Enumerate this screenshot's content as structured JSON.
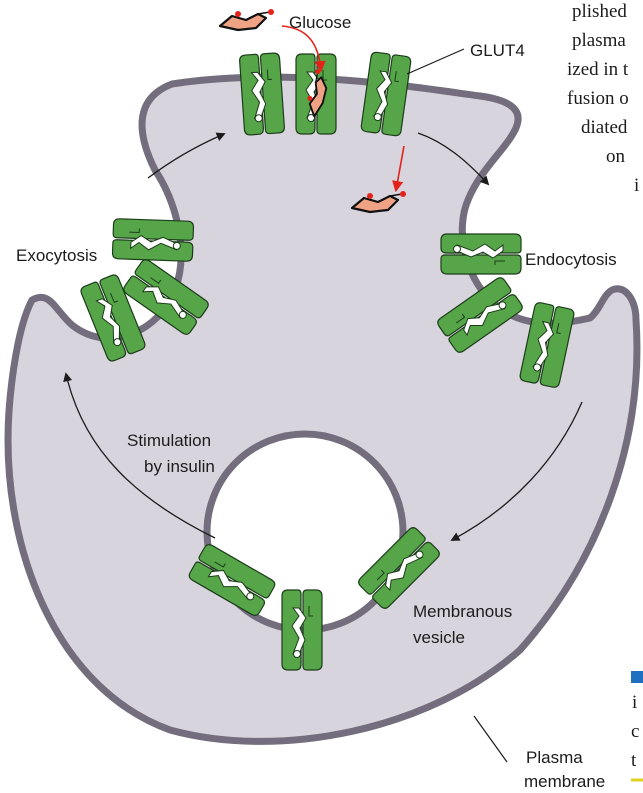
{
  "labels": {
    "glucose": "Glucose",
    "glut4": "GLUT4",
    "exocytosis": "Exocytosis",
    "endocytosis": "Endocytosis",
    "stimulation_line1": "Stimulation",
    "stimulation_line2": "by insulin",
    "vesicle_line1": "Membranous",
    "vesicle_line2": "vesicle",
    "plasma_line1": "Plasma",
    "plasma_line2": "membrane"
  },
  "book_text": {
    "line1": "plished",
    "line2": "plasma",
    "line3": "ized in t",
    "line4": "fusion o",
    "line5": "diated",
    "line6": "on",
    "line7": "i",
    "line8": "c",
    "line9": "t"
  },
  "colors": {
    "cytoplasm": "#d8d4dd",
    "membrane": "#736d7d",
    "transporter": "#56a548",
    "transporter_edge": "#1c3d1a",
    "glucose_fill": "#f0a384",
    "glucose_dot": "#e32219",
    "arrow": "#1c1c1c",
    "flux_arrow": "#e32219",
    "accent_blue": "#1f6fc0",
    "accent_yellow": "#e0d21f"
  }
}
